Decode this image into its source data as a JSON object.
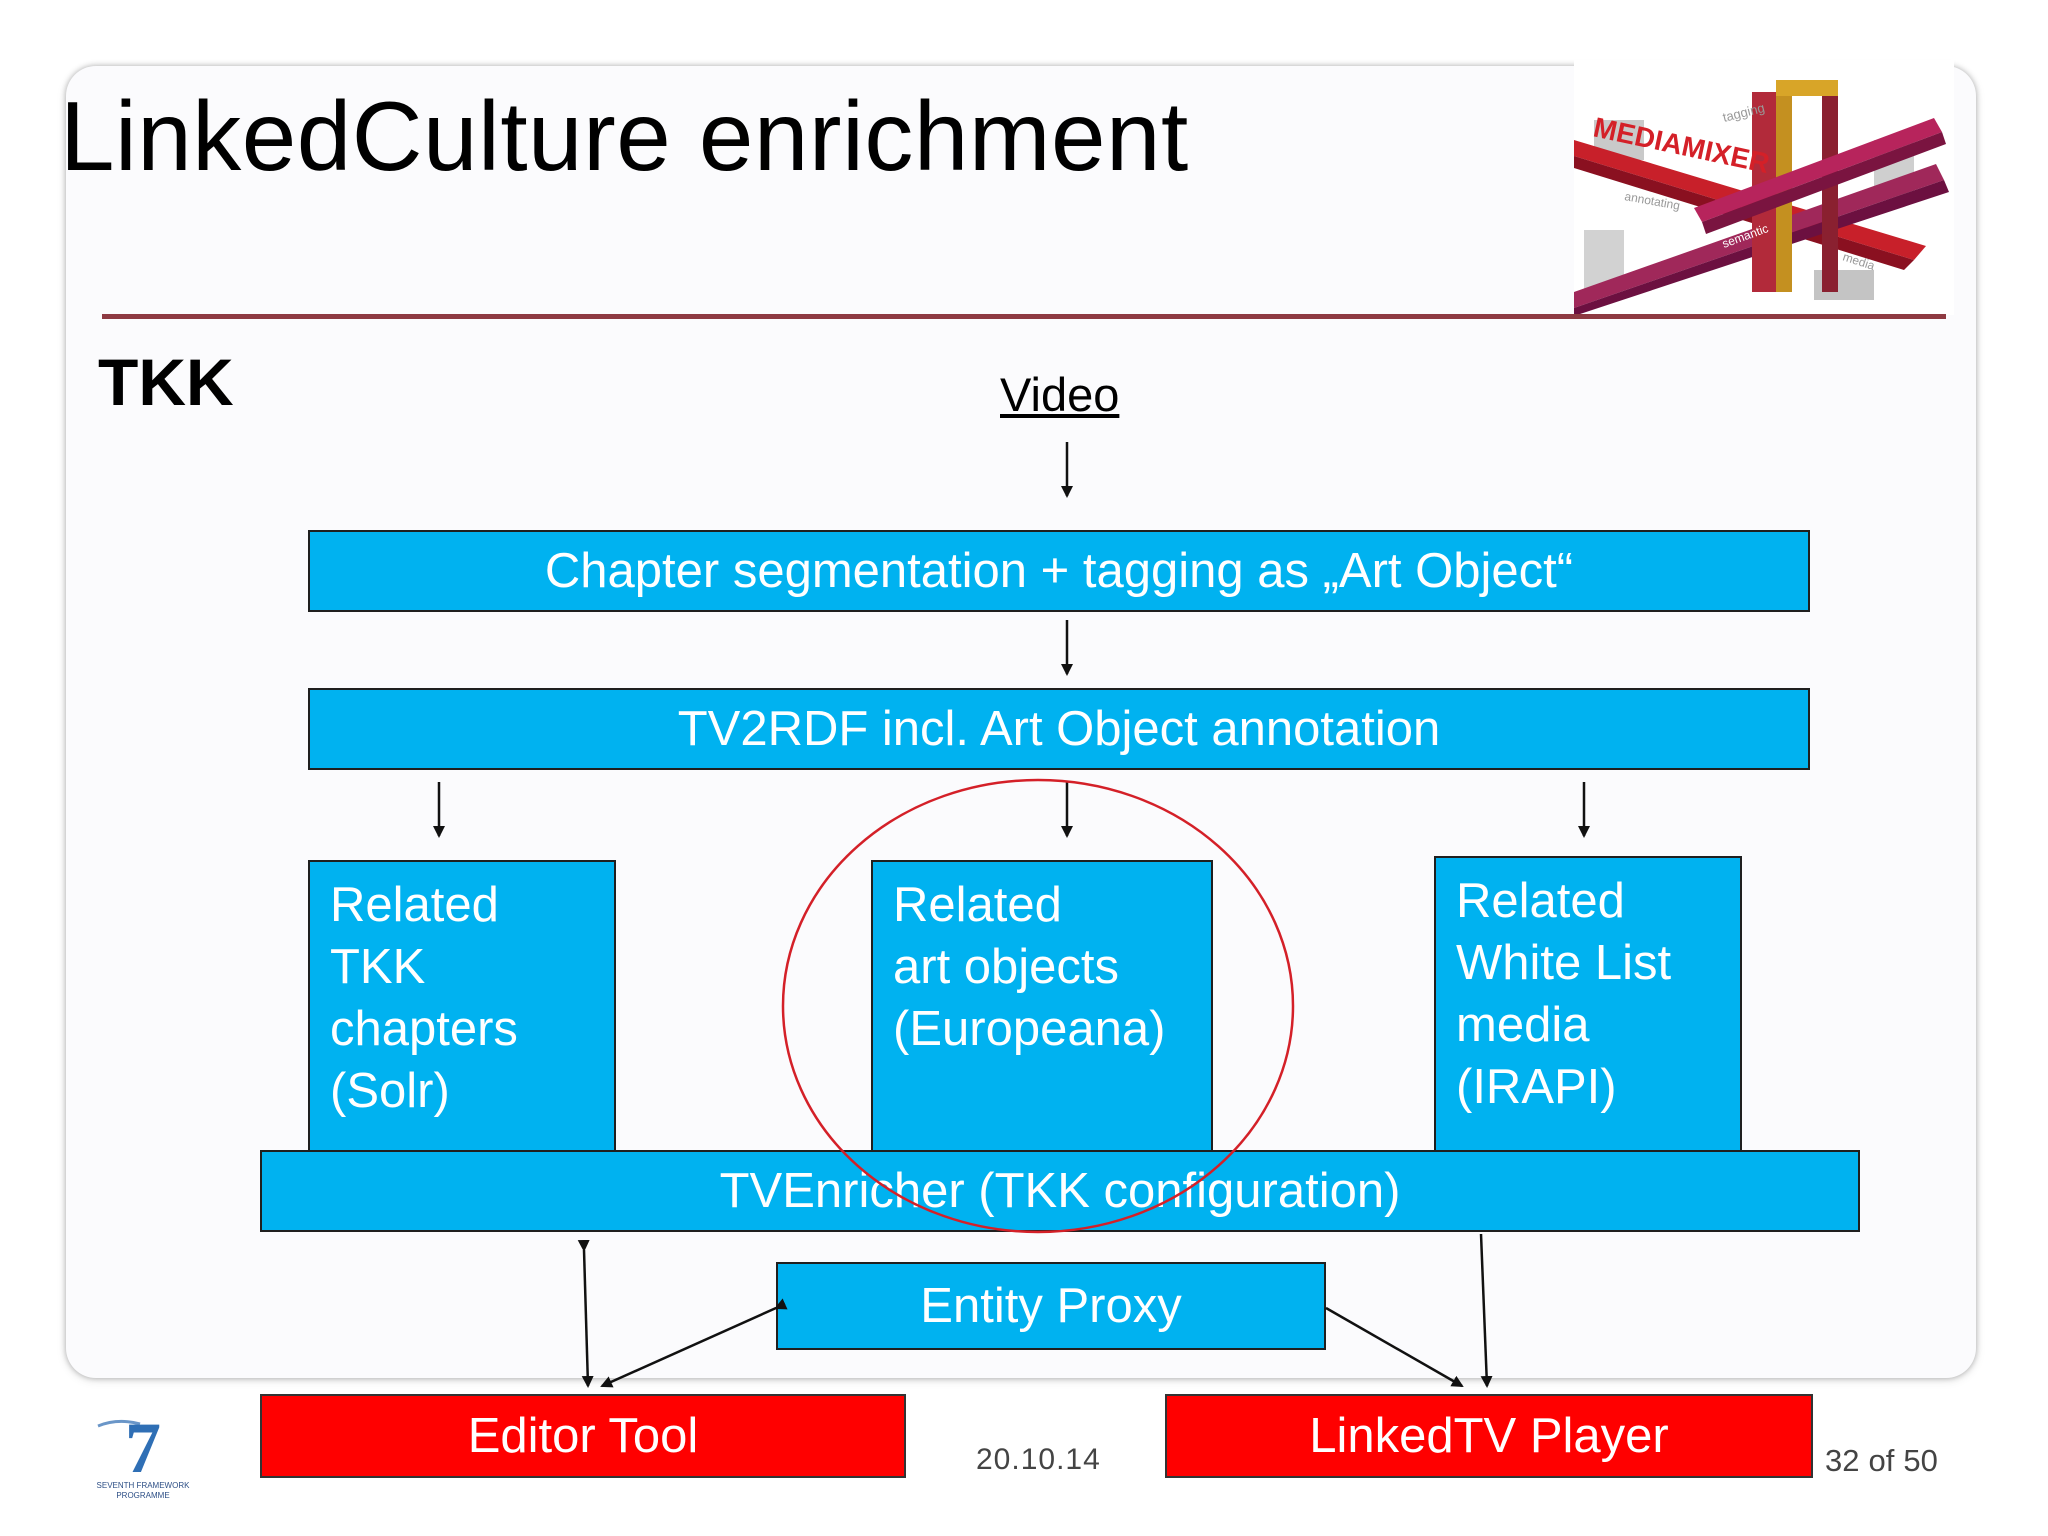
{
  "slide": {
    "title": "LinkedCulture enrichment",
    "section": "TKK",
    "input": "Video",
    "date": "20.10.14",
    "page": {
      "current": "32",
      "of": "of",
      "total": "50"
    }
  },
  "diagram": {
    "chapter_segmentation": "Chapter segmentation + tagging as „Art Object“",
    "tv2rdf": "TV2RDF incl. Art Object annotation",
    "related_tkk": [
      "Related",
      "TKK",
      "chapters",
      "(Solr)"
    ],
    "related_art": [
      "Related",
      "art objects",
      "(Europeana)"
    ],
    "related_whitelist": [
      "Related",
      "White List",
      "media",
      "(IRAPI)"
    ],
    "tvenricher": "TVEnricher (TKK configuration)",
    "entity_proxy": "Entity Proxy",
    "editor_tool": "Editor Tool",
    "linkedtv_player": "LinkedTV Player",
    "highlight_color": "#d42028",
    "box_color": "#00b2f0",
    "output_color": "#ff0000"
  },
  "logos": {
    "mediamixer": {
      "name": "MEDIAMIXER",
      "words": [
        "tagging",
        "annotating",
        "semantic",
        "media"
      ]
    },
    "fp7": {
      "numeral": "7",
      "line1": "SEVENTH FRAMEWORK",
      "line2": "PROGRAMME"
    }
  }
}
